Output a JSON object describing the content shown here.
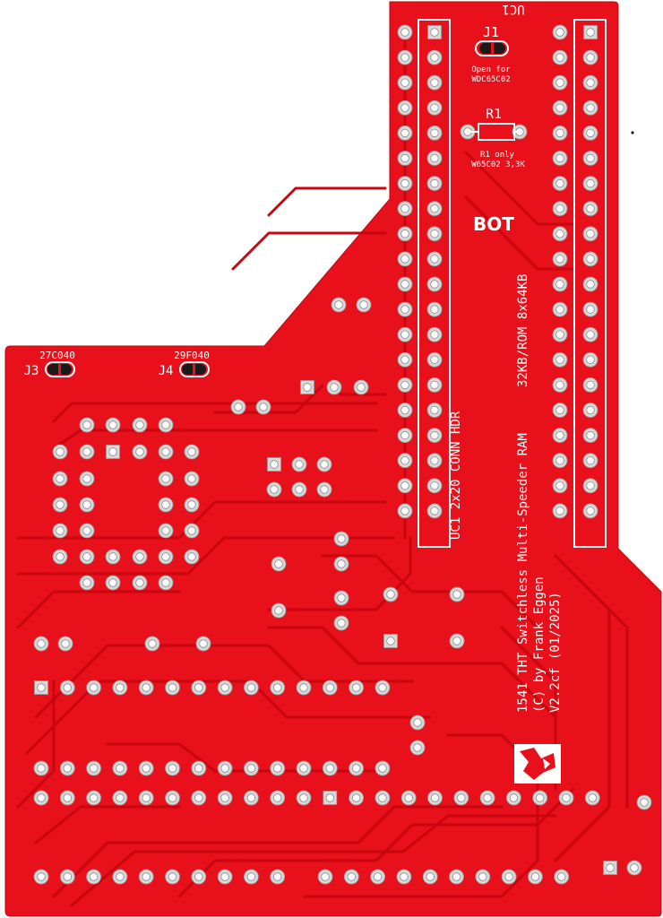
{
  "board": {
    "mask_color": "#e8101a",
    "trace_color": "#c9050f",
    "pad_color": "#d7d7d7",
    "silk_color": "#ffffff"
  },
  "silkscreen": {
    "uc1_top": "UC1",
    "j1_label": "J1",
    "j1_note_1": "Open for",
    "j1_note_2": "WDC65C02",
    "r1_label": "R1",
    "r1_note_1": "R1 only",
    "r1_note_2": "W65C02 3,3K",
    "bot_label": "BOT",
    "j3_chip": "27C040",
    "j3_label": "J3",
    "j4_chip": "29F040",
    "j4_label": "J4",
    "vertical_1": "UC1  2x20 CONN HDR",
    "vertical_2": "32KB/ROM 8x64KB",
    "vertical_3": "1541 THT Switchless Multi-Speeder RAM",
    "credit_1": "(C) by Frank Eggen",
    "credit_2": "V2.2cf (01/2025)"
  }
}
